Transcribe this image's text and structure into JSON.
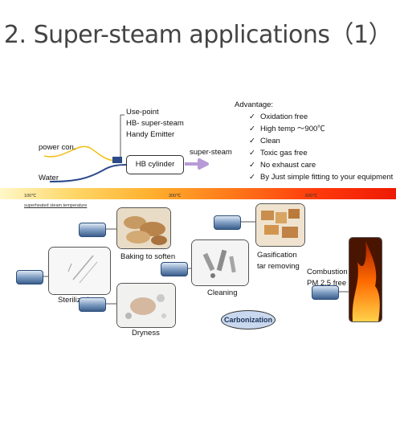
{
  "title": "2. Super-steam applications（1）",
  "source": {
    "labels": [
      "Use-point",
      "HB- super-steam",
      "Handy Emitter"
    ],
    "power": "power con.",
    "water": "Water",
    "cylinder": "HB cylinder",
    "output": "super-steam"
  },
  "advantage": {
    "heading": "Advantage:",
    "check_glyph": "✓",
    "items": [
      "Oxidation free",
      "High temp ～900℃",
      "Clean",
      "Toxic gas free",
      "No exhaust care",
      "By Just simple fitting to your equipment"
    ]
  },
  "scale": {
    "t100": "100℃",
    "t300": "300℃",
    "t600": "600℃",
    "caption": "superheated steam temperature"
  },
  "applications": {
    "baking": "Baking to soften",
    "sterilization": "Sterilization",
    "dryness": "Dryness",
    "cleaning": "Cleaning",
    "gasification_1": "Gasification",
    "gasification_2": "tar removing",
    "combustion_1": "Combustion",
    "combustion_2": "PM 2.5 free",
    "carbonization": "Carbonization"
  },
  "colors": {
    "emitter_blue": "#3b5f8c",
    "arrow_purple": "#b79ad6",
    "power_cable": "#f2c11c",
    "water_pipe": "#2d4a8a",
    "flame": "#ff6a00"
  }
}
